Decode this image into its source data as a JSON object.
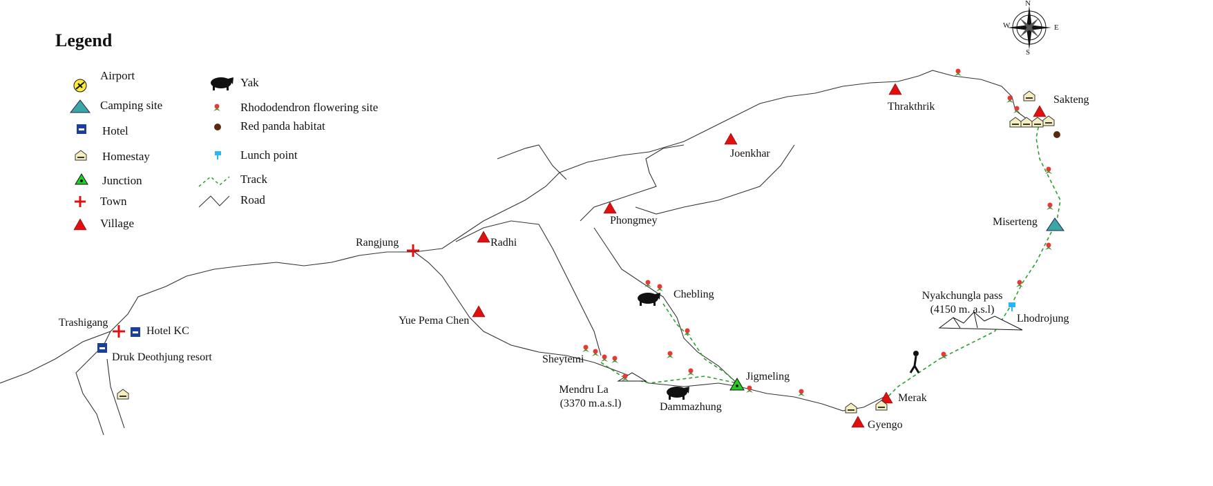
{
  "legend": {
    "title": "Legend",
    "items": [
      {
        "icon": "airport-icon",
        "label": "Airport"
      },
      {
        "icon": "camping-icon",
        "label": "Camping site"
      },
      {
        "icon": "hotel-icon",
        "label": "Hotel"
      },
      {
        "icon": "homestay-icon",
        "label": "Homestay"
      },
      {
        "icon": "junction-icon",
        "label": "Junction"
      },
      {
        "icon": "town-icon",
        "label": "Town"
      },
      {
        "icon": "village-icon",
        "label": "Village"
      },
      {
        "icon": "yak-icon",
        "label": "Yak"
      },
      {
        "icon": "rhododendron-icon",
        "label": "Rhododendron flowering site"
      },
      {
        "icon": "red-panda-icon",
        "label": "Red panda habitat"
      },
      {
        "icon": "lunch-point-icon",
        "label": "Lunch point"
      },
      {
        "icon": "track-line",
        "label": "Track"
      },
      {
        "icon": "road-line",
        "label": "Road"
      }
    ]
  },
  "compass": {
    "n": "N",
    "s": "S",
    "e": "E",
    "w": "W"
  },
  "places": {
    "thrakthrik": "Thrakthrik",
    "sakteng": "Sakteng",
    "joenkhar": "Joenkhar",
    "phongmey": "Phongmey",
    "miserteng": "Miserteng",
    "radhi": "Radhi",
    "rangjung": "Rangjung",
    "chebling": "Chebling",
    "nyakchungla": "Nyakchungla pass",
    "nyakchungla_alt": "(4150 m. a.s.l)",
    "lhodrojung": "Lhodrojung",
    "yue_pema_chen": "Yue Pema Chen",
    "trashigang": "Trashigang",
    "hotel_kc": "Hotel KC",
    "druk": "Druk Deothjung resort",
    "sheytemi": "Sheytemi",
    "jigmeling": "Jigmeling",
    "mendru_la": "Mendru La",
    "mendru_la_alt": "(3370 m.a.s.l)",
    "dammazhung": "Dammazhung",
    "merak": "Merak",
    "gyengo": "Gyengo"
  },
  "colors": {
    "village": "#e01010",
    "town": "#e01010",
    "track": "#2e9e2e",
    "junction": "#22cc22",
    "hotel": "#1a3f9e",
    "lunch": "#29b6f6"
  }
}
